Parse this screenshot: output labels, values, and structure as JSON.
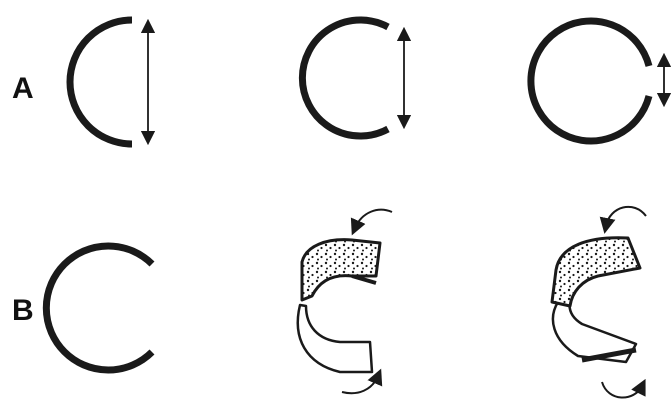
{
  "rows": {
    "a": {
      "label": "A"
    },
    "b": {
      "label": "B"
    }
  },
  "colors": {
    "stroke": "#1a1a1a",
    "fill": "#ffffff",
    "stipple": "#1a1a1a"
  },
  "icons": [
    "double-headed-arrow",
    "curved-rotation-arrow"
  ]
}
